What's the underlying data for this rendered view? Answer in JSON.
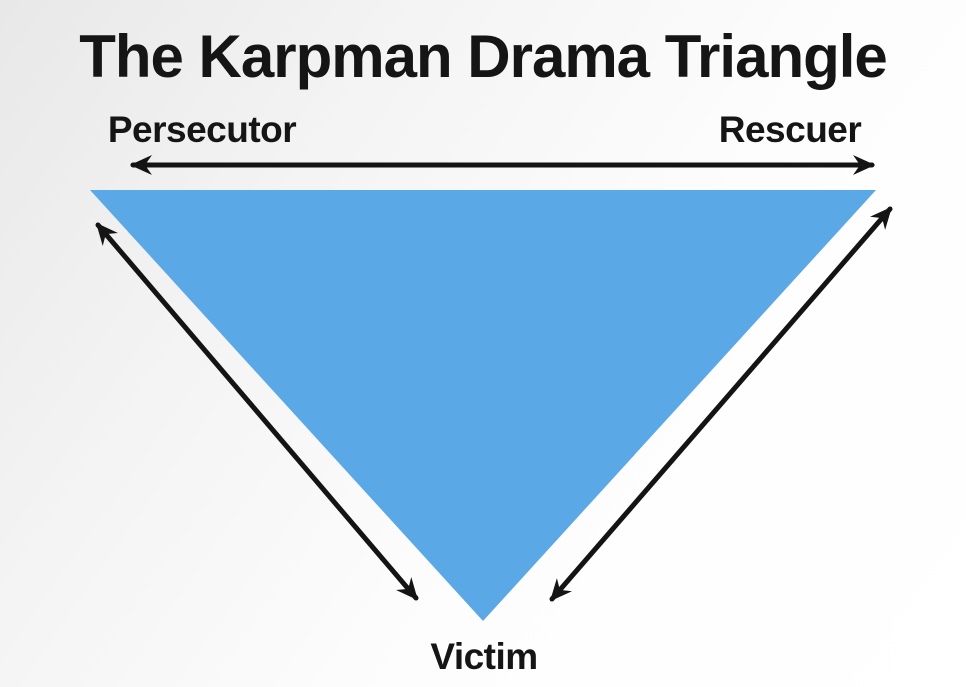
{
  "title": "The Karpman Drama Triangle",
  "diagram": {
    "triangle_color": "#5BA8E6",
    "arrow_color": "#141414",
    "nodes": {
      "persecutor": {
        "label": "Persecutor",
        "position": "top-left"
      },
      "rescuer": {
        "label": "Rescuer",
        "position": "top-right"
      },
      "victim": {
        "label": "Victim",
        "position": "bottom-center"
      }
    },
    "relationships": [
      {
        "from": "Persecutor",
        "to": "Rescuer",
        "bidirectional": true
      },
      {
        "from": "Persecutor",
        "to": "Victim",
        "bidirectional": true
      },
      {
        "from": "Rescuer",
        "to": "Victim",
        "bidirectional": true
      }
    ]
  }
}
